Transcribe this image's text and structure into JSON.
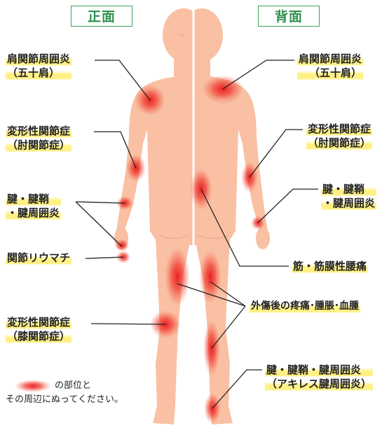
{
  "views": {
    "front": "正面",
    "back": "背面"
  },
  "labels": {
    "shoulder_front": [
      "肩関節周囲炎",
      "（五十肩）"
    ],
    "elbow_front": [
      "変形性関節症",
      "（肘関節症）"
    ],
    "wrist_front": [
      "腱・腱鞘",
      "・腱周囲炎"
    ],
    "rheumatism": "関節リウマチ",
    "knee_front": [
      "変形性関節症",
      "（膝関節症）"
    ],
    "shoulder_back": [
      "肩関節周囲炎",
      "（五十肩）"
    ],
    "elbow_back": [
      "変形性関節症",
      "（肘関節症）"
    ],
    "wrist_back": [
      "腱・腱鞘",
      "・腱周囲炎"
    ],
    "lowback": "筋・筋膜性腰痛",
    "trauma": "外傷後の疼痛･腫脹･血腫",
    "achilles": [
      "腱・腱鞘・腱周囲炎",
      "（アキレス腱周囲炎）"
    ]
  },
  "legend": {
    "line1": "の部位と",
    "line2": "その周辺にぬってください。"
  },
  "colors": {
    "skin": "#f9c0a4",
    "skin_line": "#e9a88a",
    "spot": "#e8161e",
    "green": "#3aa35a",
    "highlight": "#ffee6e"
  }
}
